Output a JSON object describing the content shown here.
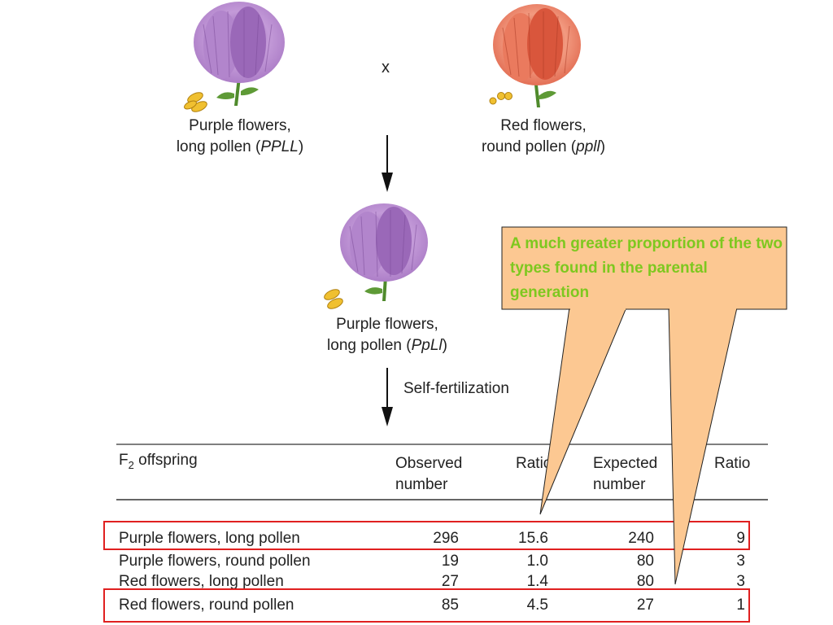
{
  "parent_left": {
    "line1": "Purple flowers,",
    "line2_prefix": "long pollen (",
    "genotype": "PPLL",
    "line2_suffix": ")"
  },
  "parent_right": {
    "line1": "Red flowers,",
    "line2_prefix": "round pollen (",
    "genotype": "ppll",
    "line2_suffix": ")"
  },
  "cross_symbol": "x",
  "f1": {
    "line1": "Purple flowers,",
    "line2_prefix": "long pollen (",
    "genotype": "PpLl",
    "line2_suffix": ")"
  },
  "self_fert_label": "Self-fertilization",
  "callout": {
    "text": "A much greater proportion of the two types found in the parental generation"
  },
  "table": {
    "header": {
      "offspring_prefix": "F",
      "offspring_sub": "2",
      "offspring_suffix": " offspring",
      "observed_line1": "Observed",
      "observed_line2": "number",
      "ratio1": "Ratio",
      "expected_line1": "Expected",
      "expected_line2": "number",
      "ratio2": "Ratio"
    },
    "rows": [
      {
        "name": "Purple flowers, long pollen",
        "observed": "296",
        "ratio1": "15.6",
        "expected": "240",
        "ratio2": "9"
      },
      {
        "name": "Purple flowers, round pollen",
        "observed": "19",
        "ratio1": "1.0",
        "expected": "80",
        "ratio2": "3"
      },
      {
        "name": "Red flowers, long pollen",
        "observed": "27",
        "ratio1": "1.4",
        "expected": "80",
        "ratio2": "3"
      },
      {
        "name": "Red flowers, round pollen",
        "observed": "85",
        "ratio1": "4.5",
        "expected": "27",
        "ratio2": "1"
      }
    ]
  },
  "colors": {
    "purple": "#b98ad0",
    "red": "#e8674e",
    "callout_fill": "#fcc892",
    "callout_text": "#7ec81f",
    "highlight": "#e02020"
  }
}
